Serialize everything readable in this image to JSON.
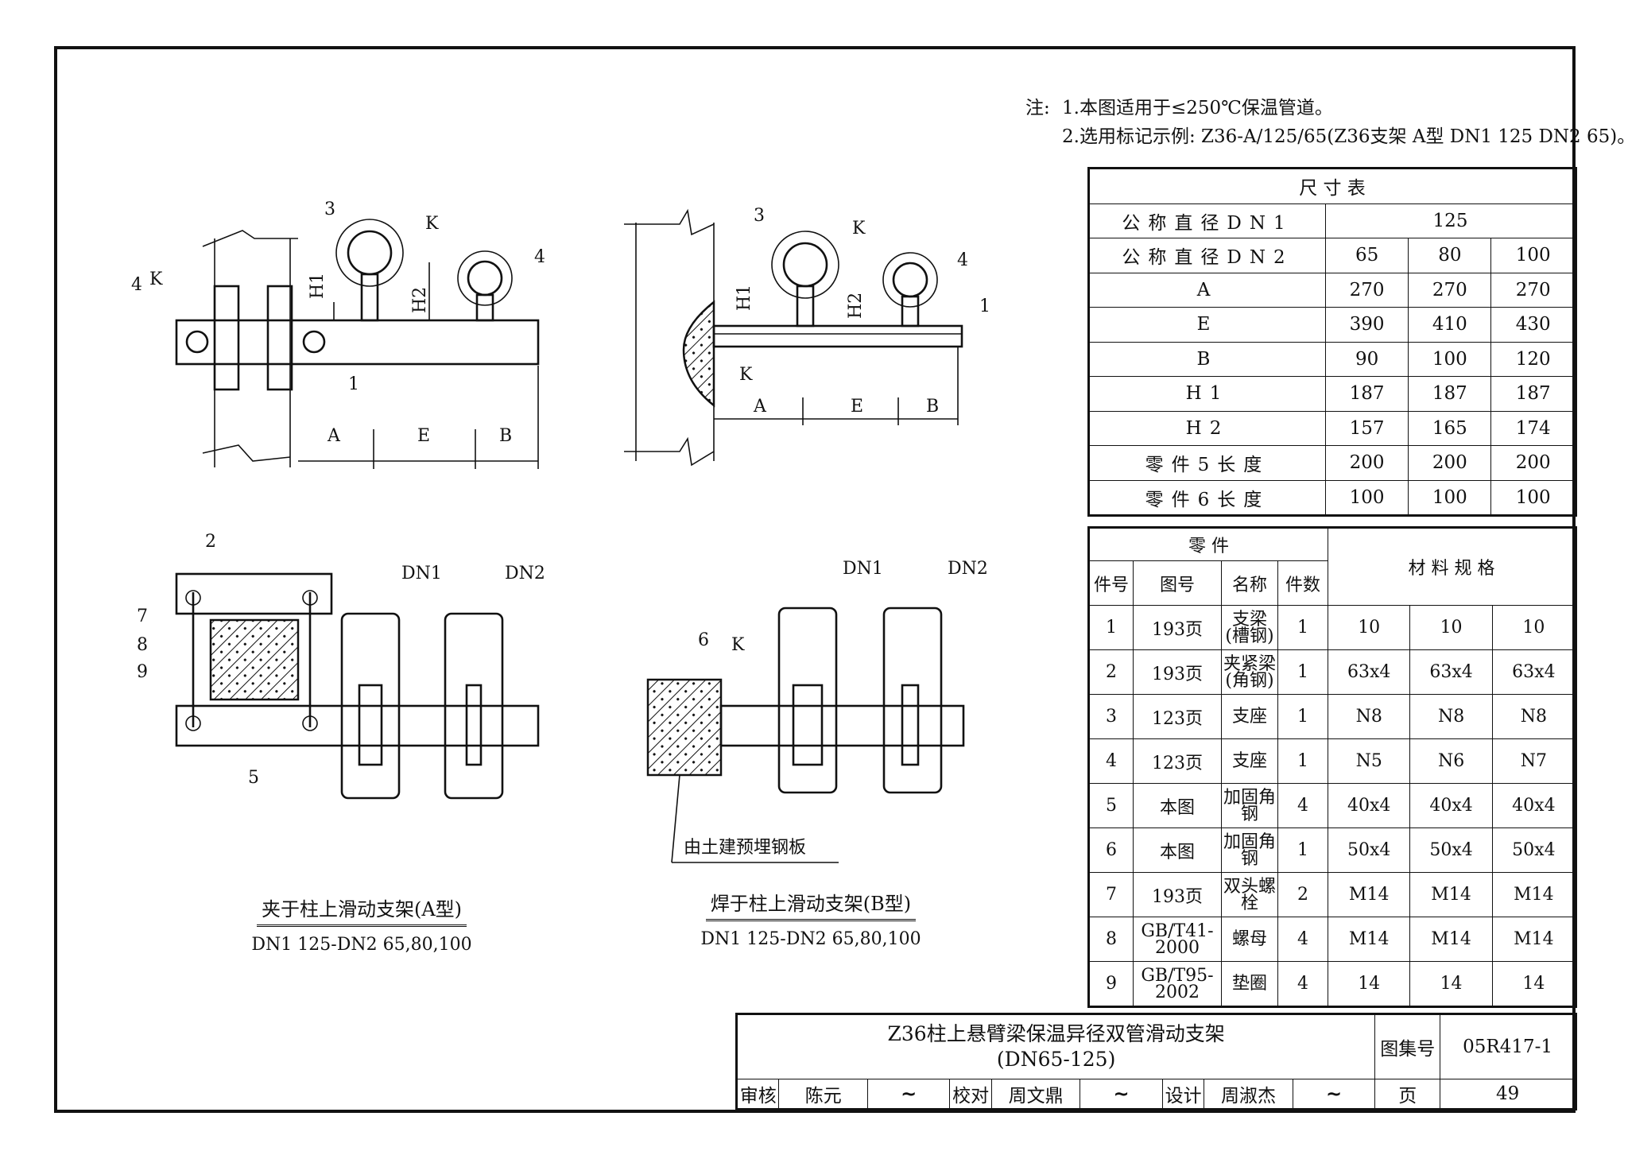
{
  "notes": {
    "label": "注:",
    "items": [
      "1.本图适用于≤250℃保温管道。",
      "2.选用标记示例: Z36-A/125/65(Z36支架 A型 DN1 125 DN2 65)。"
    ]
  },
  "dim_table": {
    "title": "尺      寸      表",
    "dn1_label": "公称直径DN1",
    "dn1_value": "125",
    "dn2_label": "公称直径DN2",
    "dn2_values": [
      "65",
      "80",
      "100"
    ],
    "rows": [
      {
        "label": "A",
        "values": [
          "270",
          "270",
          "270"
        ]
      },
      {
        "label": "E",
        "values": [
          "390",
          "410",
          "430"
        ]
      },
      {
        "label": "B",
        "values": [
          "90",
          "100",
          "120"
        ]
      },
      {
        "label": "H1",
        "values": [
          "187",
          "187",
          "187"
        ]
      },
      {
        "label": "H2",
        "values": [
          "157",
          "165",
          "174"
        ]
      },
      {
        "label": "零件5长度",
        "values": [
          "200",
          "200",
          "200"
        ]
      },
      {
        "label": "零件6长度",
        "values": [
          "100",
          "100",
          "100"
        ]
      }
    ]
  },
  "parts_table": {
    "group_header": "零    件",
    "material_header": "材  料  规  格",
    "col_no": "件号",
    "col_drawing": "图号",
    "col_name": "名称",
    "col_qty": "件数",
    "rows": [
      {
        "no": "1",
        "drawing": "193页",
        "name": "支梁(槽钢)",
        "qty": "1",
        "spec": [
          "10",
          "10",
          "10"
        ]
      },
      {
        "no": "2",
        "drawing": "193页",
        "name": "夹紧梁(角钢)",
        "qty": "1",
        "spec": [
          "63x4",
          "63x4",
          "63x4"
        ]
      },
      {
        "no": "3",
        "drawing": "123页",
        "name": "支座",
        "qty": "1",
        "spec": [
          "N8",
          "N8",
          "N8"
        ]
      },
      {
        "no": "4",
        "drawing": "123页",
        "name": "支座",
        "qty": "1",
        "spec": [
          "N5",
          "N6",
          "N7"
        ]
      },
      {
        "no": "5",
        "drawing": "本图",
        "name": "加固角钢",
        "qty": "4",
        "spec": [
          "40x4",
          "40x4",
          "40x4"
        ]
      },
      {
        "no": "6",
        "drawing": "本图",
        "name": "加固角钢",
        "qty": "1",
        "spec": [
          "50x4",
          "50x4",
          "50x4"
        ]
      },
      {
        "no": "7",
        "drawing": "193页",
        "name": "双头螺栓",
        "qty": "2",
        "spec": [
          "M14",
          "M14",
          "M14"
        ]
      },
      {
        "no": "8",
        "drawing": "GB/T41-2000",
        "name": "螺母",
        "qty": "4",
        "spec": [
          "M14",
          "M14",
          "M14"
        ]
      },
      {
        "no": "9",
        "drawing": "GB/T95-2002",
        "name": "垫圈",
        "qty": "4",
        "spec": [
          "14",
          "14",
          "14"
        ]
      }
    ]
  },
  "title_block": {
    "title_line1": "Z36柱上悬臂梁保温异径双管滑动支架",
    "title_line2": "(DN65-125)",
    "atlas_label": "图集号",
    "atlas_no": "05R417-1",
    "review_label": "审核",
    "reviewer": "陈元",
    "check_label": "校对",
    "checker": "周文鼎",
    "design_label": "设计",
    "designer": "周淑杰",
    "page_label": "页",
    "page_no": "49"
  },
  "drawing_a": {
    "caption": "夹于柱上滑动支架(A型)",
    "sub": "DN1 125-DN2 65,80,100",
    "labels": {
      "p1": "1",
      "p2": "2",
      "p3": "3",
      "p4": "4",
      "p5": "5",
      "p7": "7",
      "p8": "8",
      "p9": "9",
      "h1": "H1",
      "h2": "H2",
      "a": "A",
      "e": "E",
      "b": "B",
      "k": "K",
      "dn1": "DN1",
      "dn2": "DN2"
    }
  },
  "drawing_b": {
    "caption": "焊于柱上滑动支架(B型)",
    "sub": "DN1 125-DN2 65,80,100",
    "embedded_plate": "由土建预埋钢板",
    "labels": {
      "p1": "1",
      "p3": "3",
      "p4": "4",
      "p6": "6",
      "h1": "H1",
      "h2": "H2",
      "a": "A",
      "e": "E",
      "b": "B",
      "k": "K",
      "dn1": "DN1",
      "dn2": "DN2"
    }
  }
}
